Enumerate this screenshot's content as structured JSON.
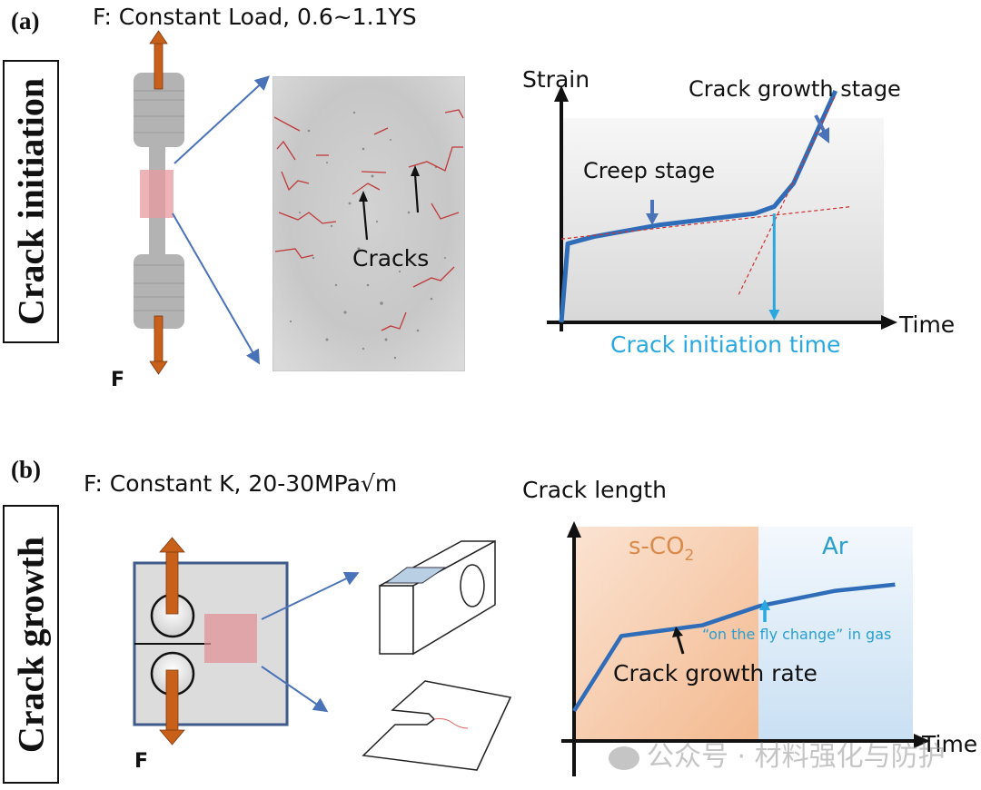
{
  "panel_a": {
    "tag": "(a)",
    "title": "F: Constant Load, 0.6~1.1YS",
    "side_label": "Crack initiation",
    "force_label": "F",
    "micrograph_annotation": "Cracks",
    "chart": {
      "y_axis_label": "Strain",
      "x_axis_label": "Time",
      "annotations": {
        "creep_stage": "Creep stage",
        "crack_growth_stage": "Crack growth stage",
        "crack_initiation_time": "Crack initiation time"
      }
    }
  },
  "panel_b": {
    "tag": "(b)",
    "title": "F: Constant K, 20-30MPa√m",
    "side_label": "Crack growth",
    "force_label": "F",
    "chart": {
      "y_axis_label": "Crack length",
      "x_axis_label": "Time",
      "regions": {
        "left": "s-CO",
        "left_subscript": "2",
        "right": "Ar"
      },
      "annotations": {
        "gas_change": "“on the fly change” in gas",
        "crack_growth_rate": "Crack growth rate"
      }
    }
  },
  "watermark": "公众号 · 材料强化与防护",
  "colors": {
    "force_arrow": "#c8601a",
    "curve_blue": "#2f6db8",
    "zoom_line": "#4a72b8",
    "initiation_blue": "#29a8e0",
    "tangent_red": "#d03030",
    "scoo2_orange": "#d98a4a",
    "ar_blue": "#2a9fd0",
    "region_orange": "#f6c4a2",
    "region_blue": "#d3e6f5"
  },
  "chart_data": [
    {
      "type": "line",
      "title": "Crack initiation (schematic)",
      "xlabel": "Time",
      "ylabel": "Strain",
      "ticks": "none",
      "series": [
        {
          "name": "strain curve",
          "x": [
            0,
            0.02,
            0.1,
            0.3,
            0.6,
            0.66,
            0.72,
            0.85
          ],
          "y": [
            0,
            0.34,
            0.37,
            0.42,
            0.47,
            0.5,
            0.6,
            1.0
          ]
        },
        {
          "name": "creep tangent (dashed)",
          "x": [
            0,
            0.9
          ],
          "y": [
            0.36,
            0.5
          ]
        },
        {
          "name": "growth tangent (dashed)",
          "x": [
            0.55,
            0.85
          ],
          "y": [
            0.12,
            0.98
          ]
        }
      ],
      "crack_initiation_time_x": 0.66
    },
    {
      "type": "line",
      "title": "Crack growth (schematic)",
      "xlabel": "Time",
      "ylabel": "Crack length",
      "ticks": "none",
      "regions": [
        {
          "name": "s-CO2",
          "x_range": [
            0,
            0.55
          ]
        },
        {
          "name": "Ar",
          "x_range": [
            0.55,
            1.0
          ]
        }
      ],
      "series": [
        {
          "name": "crack length",
          "x": [
            0,
            0.14,
            0.38,
            0.55,
            0.77,
            0.95
          ],
          "y": [
            0.14,
            0.49,
            0.54,
            0.63,
            0.7,
            0.73
          ]
        }
      ],
      "gas_change_x": 0.55
    }
  ]
}
